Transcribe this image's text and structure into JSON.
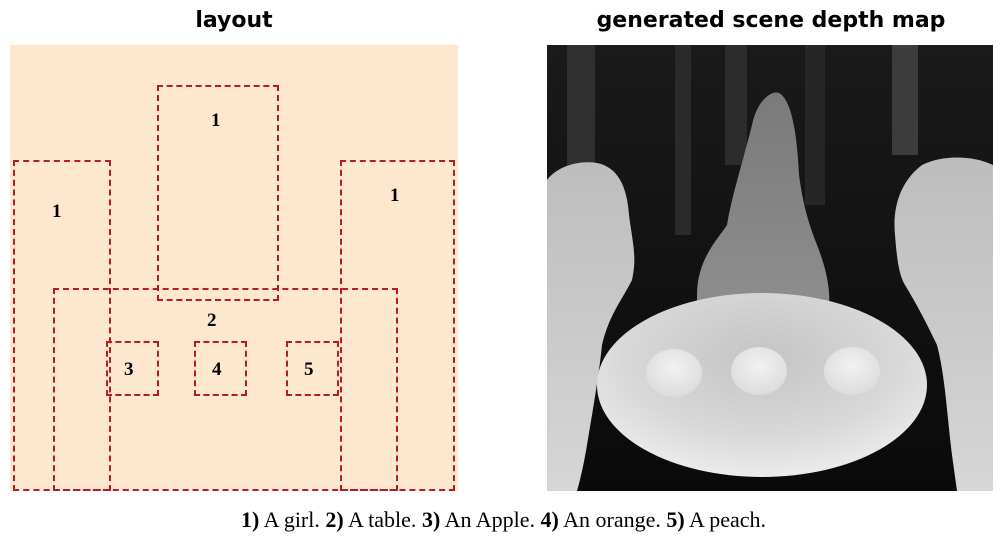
{
  "titles": {
    "layout": "layout",
    "depth": "generated scene depth map"
  },
  "layout_boxes": [
    {
      "id": "girl-left",
      "label": "1"
    },
    {
      "id": "girl-center",
      "label": "1"
    },
    {
      "id": "girl-right",
      "label": "1"
    },
    {
      "id": "table",
      "label": "2"
    },
    {
      "id": "apple",
      "label": "3"
    },
    {
      "id": "orange",
      "label": "4"
    },
    {
      "id": "peach",
      "label": "5"
    }
  ],
  "caption": [
    {
      "num": "1)",
      "text": "A girl."
    },
    {
      "num": "2)",
      "text": "A table."
    },
    {
      "num": "3)",
      "text": "An Apple."
    },
    {
      "num": "4)",
      "text": "An orange."
    },
    {
      "num": "5)",
      "text": "A peach."
    }
  ],
  "colors": {
    "layout_background": "#fde8cf",
    "box_border": "#b11f23",
    "depth_background": "#0d0d0d"
  }
}
